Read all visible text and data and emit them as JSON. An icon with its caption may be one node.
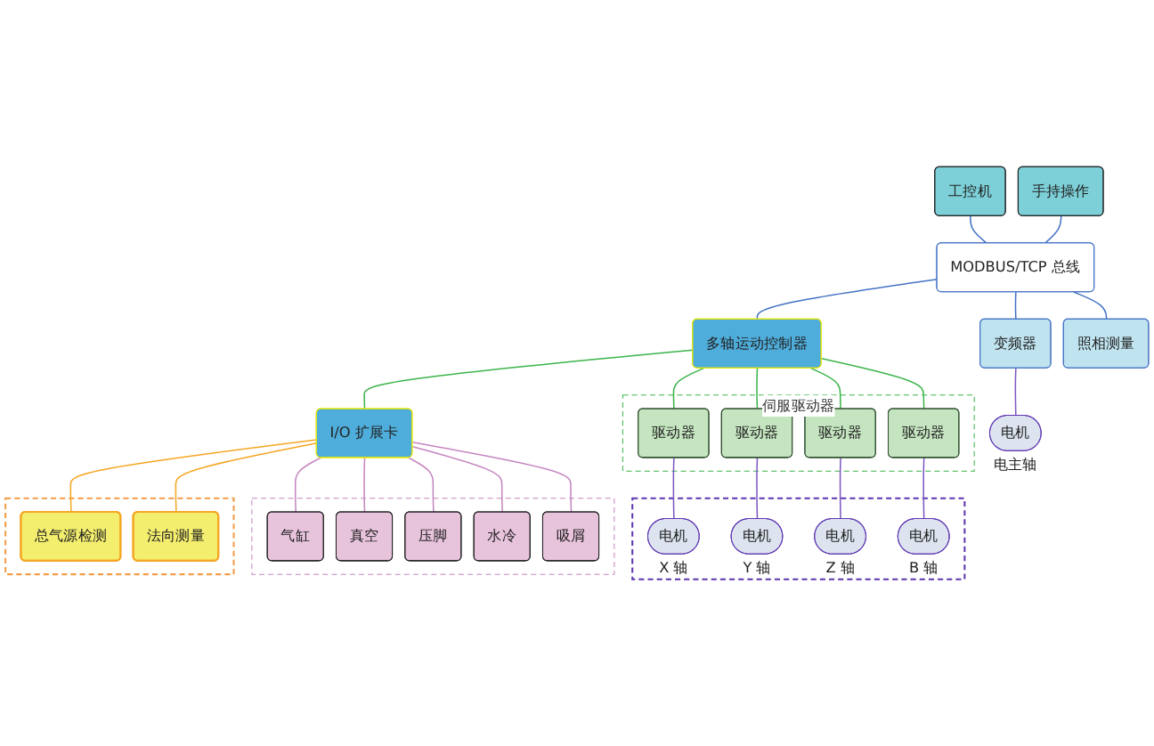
{
  "diagram": {
    "nodes": [
      {
        "text": [
          "工控机"
        ]
      },
      {
        "text": [
          "手持操作"
        ]
      },
      {
        "text": [
          "MODBUS/TCP 总线"
        ]
      },
      {
        "text": [
          "多轴运动控制器"
        ]
      },
      {
        "text": [
          "变频器"
        ]
      },
      {
        "text": [
          "伺服驱动器"
        ]
      },
      {
        "text": [
          "驱动器"
        ],
        "in": 5
      },
      {
        "text": [
          "驱动器"
        ],
        "in": 5
      },
      {
        "text": [
          "驱动器"
        ],
        "in": 5
      },
      {
        "text": [
          "驱动器"
        ],
        "in": 5
      },
      {
        "text": [
          "I/O 扩展卡"
        ]
      },
      {
        "text": [
          "电机"
        ],
        "beside": [
          "电主轴"
        ]
      },
      {
        "text": [],
        "shape": "box"
      },
      {
        "text": [
          "电机"
        ],
        "beside": [
          "X 轴"
        ],
        "in": 12
      },
      {
        "text": [
          "电机"
        ],
        "beside": [
          "Y 轴"
        ],
        "in": 12
      },
      {
        "text": [
          "电机"
        ],
        "beside": [
          "Z 轴"
        ],
        "in": 12
      },
      {
        "text": [
          "电机"
        ],
        "beside": [
          "B 轴"
        ],
        "in": 12
      },
      {
        "text": [],
        "shape": "box"
      },
      {
        "text": [
          "气缸"
        ],
        "in": 17
      },
      {
        "text": [
          "真空"
        ],
        "in": 17
      },
      {
        "text": [
          "压脚"
        ],
        "in": 17
      },
      {
        "text": [
          "水冷"
        ],
        "in": 17
      },
      {
        "text": [
          "吸屑"
        ],
        "in": 17
      },
      {
        "text": [],
        "shape": "box"
      },
      {
        "text": [
          "总气源检测"
        ],
        "in": 23
      },
      {
        "text": [
          "法向测量"
        ],
        "in": 23
      },
      {
        "text": [
          "照相测量"
        ]
      }
    ],
    "edges": [
      {
        "from": 0,
        "to": 2,
        "arrow": "none",
        "color": "#4472c4"
      },
      {
        "from": 1,
        "to": 2,
        "arrow": "none",
        "color": "#4472c4"
      },
      {
        "from": 2,
        "to": 3,
        "arrow": "none",
        "color": "#4472c4"
      },
      {
        "from": 2,
        "to": 4,
        "arrow": "none",
        "color": "#4472c4"
      },
      {
        "from": 2,
        "to": 26,
        "arrow": "none",
        "color": "#4472c4"
      },
      {
        "from": 3,
        "to": 6,
        "arrow": "none",
        "color": "#3cb44b"
      },
      {
        "from": 3,
        "to": 7,
        "arrow": "none",
        "color": "#3cb44b"
      },
      {
        "from": 3,
        "to": 8,
        "arrow": "none",
        "color": "#3cb44b"
      },
      {
        "from": 3,
        "to": 9,
        "arrow": "none",
        "color": "#3cb44b"
      },
      {
        "from": 3,
        "to": 10,
        "arrow": "none",
        "color": "#3cb44b"
      },
      {
        "from": 4,
        "to": 11,
        "arrow": "none",
        "color": "#7e57c2"
      },
      {
        "from": 6,
        "to": 13,
        "arrow": "none",
        "color": "#7e57c2"
      },
      {
        "from": 7,
        "to": 14,
        "arrow": "none",
        "color": "#7e57c2"
      },
      {
        "from": 8,
        "to": 15,
        "arrow": "none",
        "color": "#7e57c2"
      },
      {
        "from": 9,
        "to": 16,
        "arrow": "none",
        "color": "#7e57c2"
      },
      {
        "from": 10,
        "to": 18,
        "arrow": "none",
        "color": "#c586c0"
      },
      {
        "from": 10,
        "to": 19,
        "arrow": "none",
        "color": "#c586c0"
      },
      {
        "from": 10,
        "to": 20,
        "arrow": "none",
        "color": "#c586c0"
      },
      {
        "from": 10,
        "to": 21,
        "arrow": "none",
        "color": "#c586c0"
      },
      {
        "from": 10,
        "to": 22,
        "arrow": "none",
        "color": "#c586c0"
      },
      {
        "from": 10,
        "to": 24,
        "arrow": "none",
        "color": "#f5a623"
      },
      {
        "from": 10,
        "to": 25,
        "arrow": "none",
        "color": "#f5a623"
      }
    ]
  }
}
